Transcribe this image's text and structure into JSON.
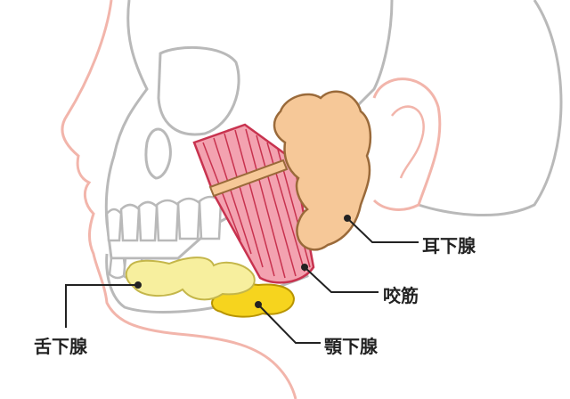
{
  "labels": {
    "parotid": "耳下腺",
    "masseter": "咬筋",
    "sublingual": "舌下腺",
    "submandibular": "顎下腺"
  },
  "colors": {
    "skull": "#b9b9b9",
    "skin": "#f2b5ab",
    "parotid_fill": "#f6c898",
    "parotid_line": "#9a6a3a",
    "masseter_fill": "#f3a2b0",
    "masseter_line": "#c8334f",
    "sublingual_fill": "#f7ef9e",
    "submandibular_fill": "#f6d41e",
    "leader": "#222222"
  }
}
